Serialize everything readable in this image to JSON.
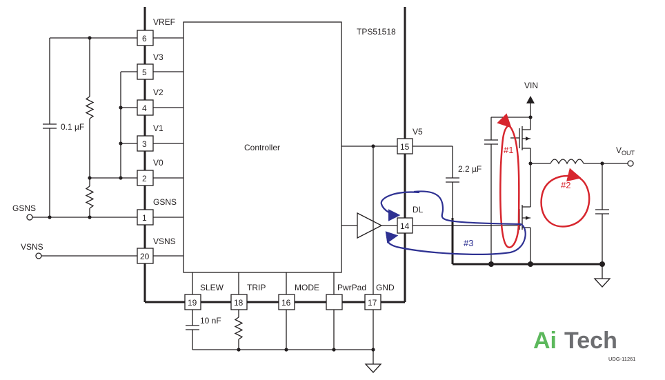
{
  "chip": {
    "part_number": "TPS51518",
    "core_label": "Controller"
  },
  "pins": {
    "vref": {
      "number": "6",
      "name": "VREF"
    },
    "v3": {
      "number": "5",
      "name": "V3"
    },
    "v2": {
      "number": "4",
      "name": "V2"
    },
    "v1": {
      "number": "3",
      "name": "V1"
    },
    "v0": {
      "number": "2",
      "name": "V0"
    },
    "gsns": {
      "number": "1",
      "name": "GSNS"
    },
    "vsns": {
      "number": "20",
      "name": "VSNS"
    },
    "slew": {
      "number": "19",
      "name": "SLEW"
    },
    "trip": {
      "number": "18",
      "name": "TRIP"
    },
    "mode": {
      "number": "16",
      "name": "MODE"
    },
    "pwrpad": {
      "number": "",
      "name": "PwrPad"
    },
    "gnd": {
      "number": "17",
      "name": "GND"
    },
    "v5": {
      "number": "15",
      "name": "V5"
    },
    "dl": {
      "number": "14",
      "name": "DL"
    }
  },
  "external": {
    "gsns_terminal": "GSNS",
    "vsns_terminal": "VSNS",
    "cap_vref": "0.1 µF",
    "cap_v5": "2.2 µF",
    "cap_slew": "10 nF",
    "vin": "VIN",
    "vout_main": "V",
    "vout_sub": "OUT"
  },
  "loops": {
    "loop1": {
      "label": "#1",
      "color": "#d7262e"
    },
    "loop2": {
      "label": "#2",
      "color": "#d7262e"
    },
    "loop3": {
      "label": "#3",
      "color": "#2e3192"
    }
  },
  "branding": {
    "logo_part1": "Ai",
    "logo_part2": "Tech",
    "logo_green": "#5cb85c",
    "logo_gray": "#6d6e71",
    "figure_id": "UDG-11261"
  }
}
